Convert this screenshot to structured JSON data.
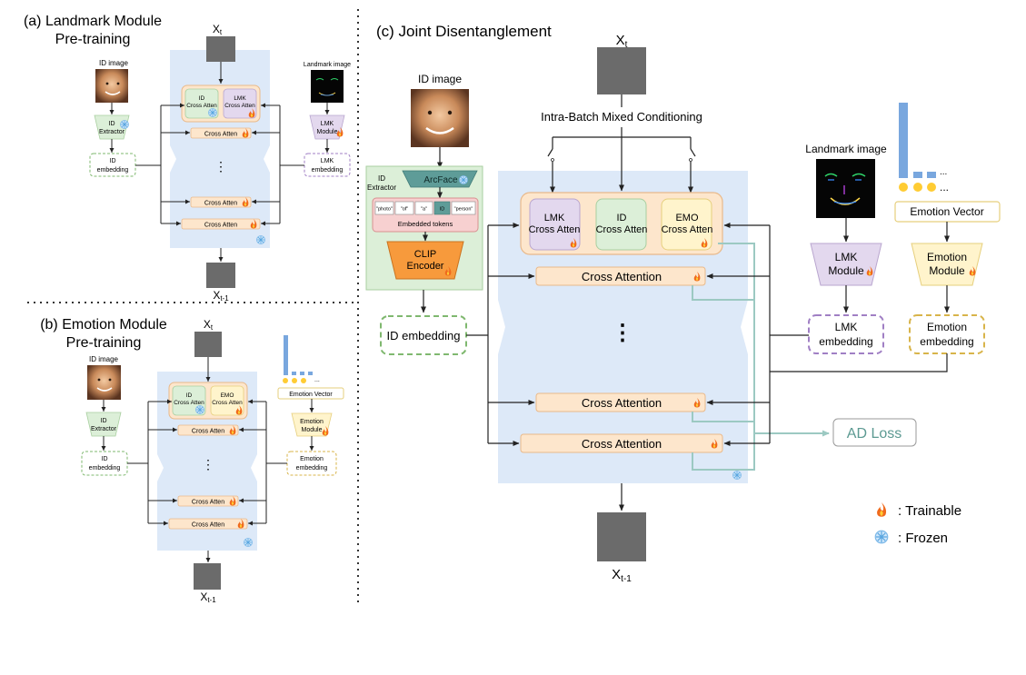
{
  "panel_a": {
    "title_line1": "(a) Landmark Module",
    "title_line2": "Pre-training",
    "xt": "X",
    "xt_sub": "t",
    "xt1": "X",
    "xt1_sub": "t-1",
    "id_image": "ID image",
    "id_extractor_1": "ID",
    "id_extractor_2": "Extractor",
    "id_embedding_1": "ID",
    "id_embedding_2": "embedding",
    "landmark_image": "Landmark image",
    "lmk_module_1": "LMK",
    "lmk_module_2": "Module",
    "lmk_embedding_1": "LMK",
    "lmk_embedding_2": "embedding",
    "id_cross_1": "ID",
    "id_cross_2": "Cross Atten",
    "lmk_cross_1": "LMK",
    "lmk_cross_2": "Cross Atten",
    "cross_atten": "Cross Atten",
    "dots": "⋮"
  },
  "panel_b": {
    "title_line1": "(b) Emotion Module",
    "title_line2": "Pre-training",
    "xt": "X",
    "xt_sub": "t",
    "xt1": "X",
    "xt1_sub": "t-1",
    "id_image": "ID image",
    "id_extractor_1": "ID",
    "id_extractor_2": "Extractor",
    "id_embedding_1": "ID",
    "id_embedding_2": "embedding",
    "emotion_vector": "Emotion Vector",
    "emotion_module_1": "Emotion",
    "emotion_module_2": "Module",
    "emotion_embedding_1": "Emotion",
    "emotion_embedding_2": "embedding",
    "id_cross_1": "ID",
    "id_cross_2": "Cross Atten",
    "emo_cross_1": "EMO",
    "emo_cross_2": "Cross Atten",
    "cross_atten": "Cross Atten",
    "dots": "⋮",
    "ellipsis": "..."
  },
  "panel_c": {
    "title": "(c) Joint Disentanglement",
    "xt": "X",
    "xt_sub": "t",
    "xt1": "X",
    "xt1_sub": "t-1",
    "id_image": "ID image",
    "id_extractor_1": "ID",
    "id_extractor_2": "Extractor",
    "arcface": "ArcFace",
    "tokens": [
      "\"photo\"",
      "\"of\"",
      "\"a\"",
      "ID",
      "\"person\""
    ],
    "embedded_tokens": "Embedded tokens",
    "clip_1": "CLIP",
    "clip_2": "Encoder",
    "id_embedding": "ID embedding",
    "mixed_conditioning": "Intra-Batch Mixed Conditioning",
    "lmk_cross_1": "LMK",
    "lmk_cross_2": "Cross Atten",
    "id_cross_1": "ID",
    "id_cross_2": "Cross Atten",
    "emo_cross_1": "EMO",
    "emo_cross_2": "Cross Atten",
    "cross_attention": "Cross Attention",
    "dots": "⋮",
    "landmark_image": "Landmark image",
    "emotion_vector": "Emotion Vector",
    "lmk_module_1": "LMK",
    "lmk_module_2": "Module",
    "emotion_module_1": "Emotion",
    "emotion_module_2": "Module",
    "lmk_embedding_1": "LMK",
    "lmk_embedding_2": "embedding",
    "emotion_embedding_1": "Emotion",
    "emotion_embedding_2": "embedding",
    "ad_loss": "AD Loss",
    "ellipsis": "..."
  },
  "legend": {
    "trainable": ": Trainable",
    "frozen": ": Frozen"
  },
  "icons": {
    "trainable": "flame-icon",
    "frozen": "snowflake-icon"
  },
  "colors": {
    "unet_bg": "#dde9f8",
    "cross_atten_fill": "#fde6cc",
    "lmk_fill": "#e3d8ee",
    "id_fill": "#dcefd8",
    "emo_fill": "#fff4cc",
    "teal_line": "#9cc9c2",
    "gray_block": "#6b6b6b"
  }
}
